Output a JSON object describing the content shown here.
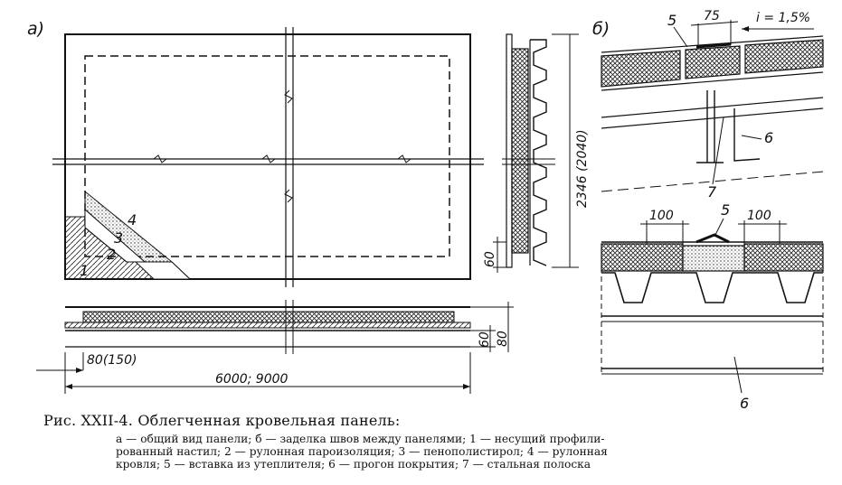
{
  "figure": {
    "panel_a_label": "а)",
    "panel_b_label": "б)",
    "dimensions": {
      "length": "6000; 9000",
      "edge_offset": "80(150)",
      "width": "2346 (2040)",
      "rib_60_side": "60",
      "rib_60_bottom": "60",
      "total_80": "80",
      "joint_75": "75",
      "joint_100_left": "100",
      "joint_100_right": "100",
      "slope": "i = 1,5%"
    },
    "callouts": {
      "layer_1": "1",
      "layer_2": "2",
      "layer_3": "3",
      "layer_4": "4",
      "insert_5_top": "5",
      "insert_5_bottom": "5",
      "purlin_6_top": "6",
      "purlin_6_bottom": "6",
      "strip_7": "7"
    }
  },
  "caption": {
    "title": "Рис. XXII-4. Облегченная кровельная панель:",
    "legend_line1": "а — общий вид панели; б — заделка швов между панелями; 1 — несущий профили-",
    "legend_line2": "рованный настил; 2 — рулонная пароизоляция; 3 — пенополистирол; 4 — рулонная",
    "legend_line3": "кровля; 5 — вставка из утеплителя; 6 — прогон покрытия; 7 — стальная полоска"
  }
}
